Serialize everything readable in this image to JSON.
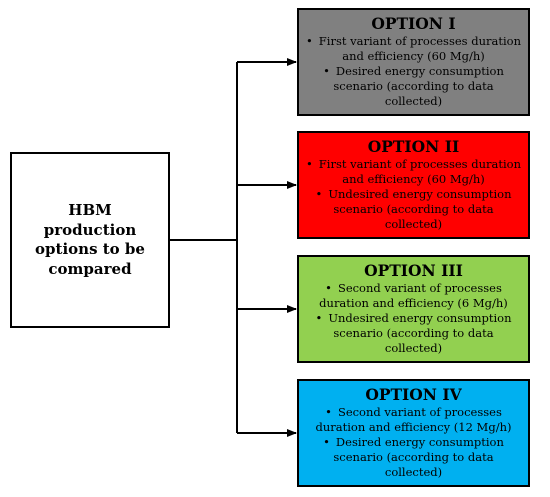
{
  "root": {
    "label": "HBM production options to be compared"
  },
  "options": [
    {
      "title": "OPTION I",
      "color": "#808080",
      "items": [
        "First variant of processes duration and efficiency (60 Mg/h)",
        "Desired energy consumption scenario (according to data collected)"
      ]
    },
    {
      "title": "OPTION II",
      "color": "#ff0000",
      "items": [
        "First variant of processes duration and efficiency (60 Mg/h)",
        "Undesired energy consumption scenario (according to data collected)"
      ]
    },
    {
      "title": "OPTION III",
      "color": "#92d050",
      "items": [
        "Second variant of processes duration and efficiency (6 Mg/h)",
        "Undesired energy consumption scenario (according to data collected)"
      ]
    },
    {
      "title": "OPTION IV",
      "color": "#00b0f0",
      "items": [
        "Second variant of processes duration and efficiency (12 Mg/h)",
        "Desired energy consumption scenario (according to data collected)"
      ]
    }
  ]
}
